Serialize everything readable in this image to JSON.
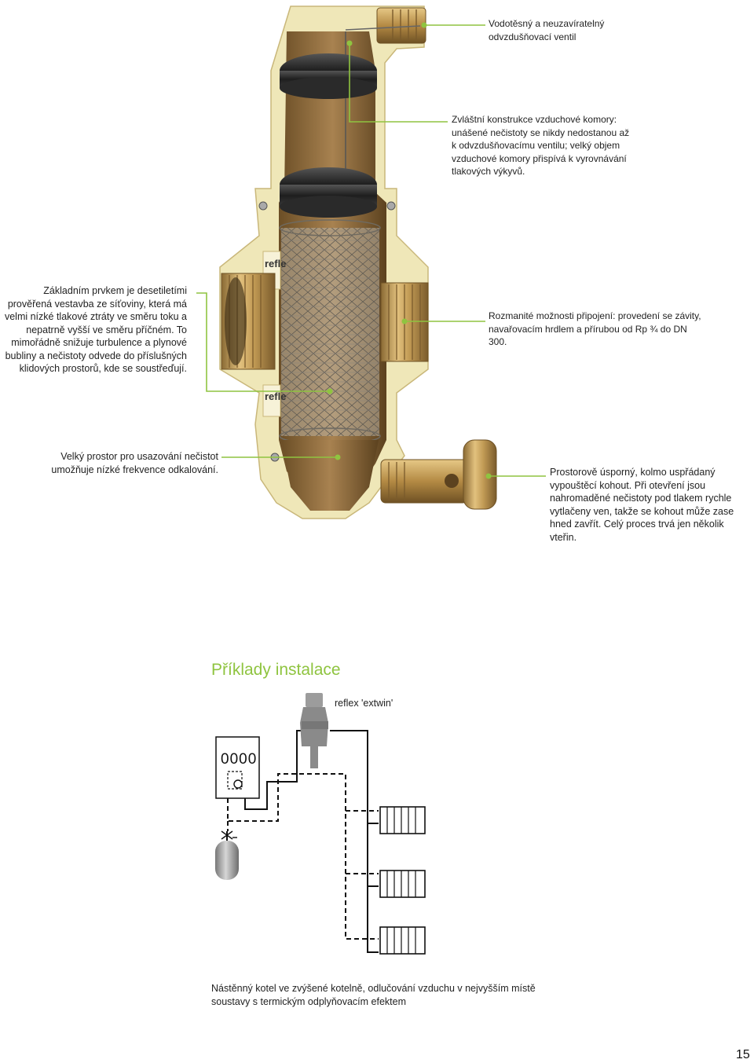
{
  "callouts": {
    "vent_valve": "Vodotěsný a neuzavíratelný odvzdušňovací ventil",
    "air_chamber": "Zvláštní konstrukce vzduchové komory: unášené nečistoty se nikdy nedostanou až k odvzdušňovacímu ventilu; velký objem vzduchové komory přispívá k vyrovnávání tlakových výkyvů.",
    "mesh_insert": "Základním prvkem je desetiletími prověřená vestavba ze síťoviny, která má velmi nízké tlakové ztráty ve směru toku a nepatrně vyšší ve směru příčném. To mimořádně snižuje turbulence a plynové bubliny a nečistoty odvede do příslušných klidových prostorů, kde se soustřeďují.",
    "connections": "Rozmanité možnosti připojení: provedení se závity, navařovacím hrdlem a přírubou od Rp ¾ do DN 300.",
    "sediment_space": "Velký prostor pro usazování nečistot umožňuje nízké frekvence odkalování.",
    "drain_valve": "Prostorově úsporný, kolmo uspřádaný vypouštěcí kohout. Při otevření jsou nahromaděné nečistoty pod tlakem rychle vytlačeny ven, takže se kohout může zase hned zavřít. Celý proces trvá jen několik vteřin."
  },
  "product_label": "refle",
  "product_label_lower": "refle",
  "section_title": "Příklady instalace",
  "diagram": {
    "device_label": "reflex 'extwin'",
    "boiler_display": "0000"
  },
  "diagram_caption": "Nástěnný kotel ve zvýšené kotelně, odlučování vzduchu v nejvyšším místě soustavy s termickým odplyňovacím efektem",
  "page_number": "15",
  "colors": {
    "accent_green": "#8fc440",
    "body_fill": "#efe7b8",
    "brass": "#c39a55",
    "dark_rubber": "#2b2b2b"
  }
}
